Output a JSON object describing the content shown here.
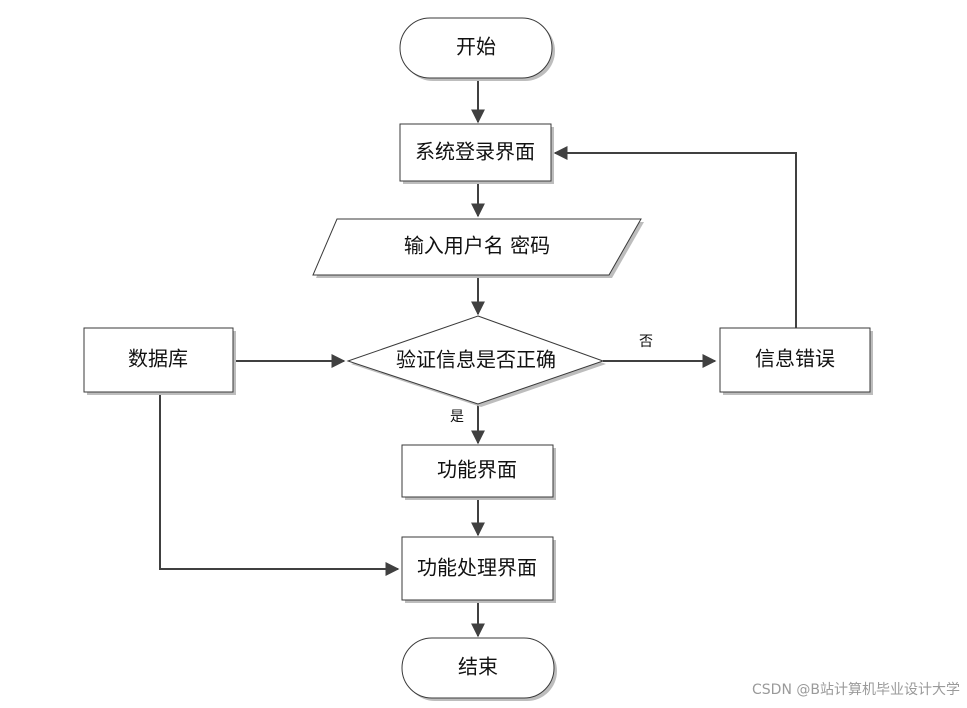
{
  "nodes": {
    "start": "开始",
    "login_screen": "系统登录界面",
    "input_credentials": "输入用户名 密码",
    "verify": "验证信息是否正确",
    "database": "数据库",
    "info_error": "信息错误",
    "function_screen": "功能界面",
    "function_processing": "功能处理界面",
    "end": "结束"
  },
  "edge_labels": {
    "no": "否",
    "yes": "是"
  },
  "watermark": "CSDN @B站计算机毕业设计大学",
  "colors": {
    "stroke": "#3a3a3a",
    "edge": "#404040",
    "shadow": "#bdbdbd",
    "watermark": "#9a9a9a"
  }
}
